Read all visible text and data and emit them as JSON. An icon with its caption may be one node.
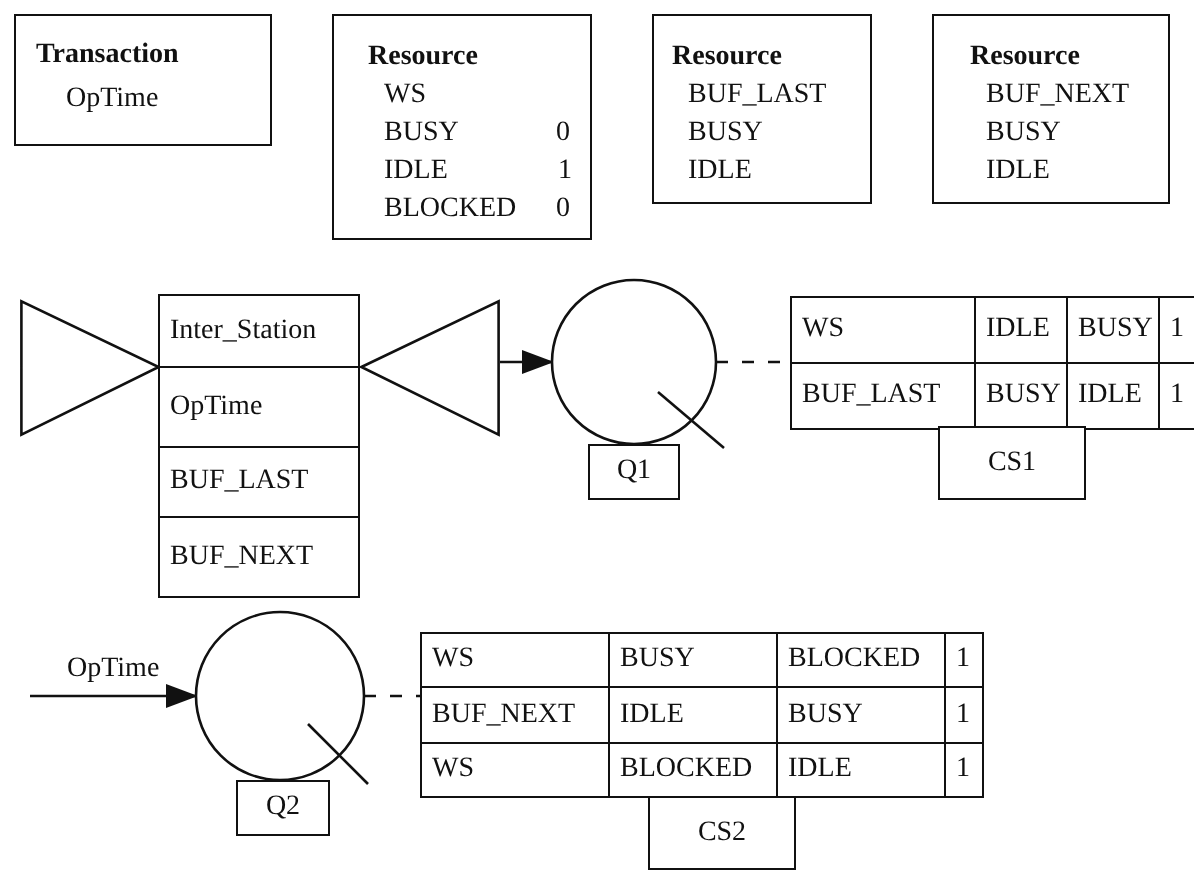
{
  "diagram": {
    "nodes": [
      {
        "text": [
          "Transaction",
          "OpTime"
        ]
      },
      {
        "text": [
          "Resource",
          "WS",
          "BUSY",
          "0",
          "IDLE",
          "1",
          "BLOCKED",
          "0"
        ]
      },
      {
        "text": [
          "Resource",
          "BUF_LAST",
          "BUSY",
          "IDLE"
        ]
      },
      {
        "text": [
          "Resource",
          "BUF_NEXT",
          "BUSY",
          "IDLE"
        ]
      },
      {
        "text": [],
        "shape": "triangle"
      },
      {
        "text": [
          "Inter_Station",
          "OpTime",
          "BUF_LAST",
          "BUF_NEXT"
        ]
      },
      {
        "text": [],
        "shape": "triangle"
      },
      {
        "text": [],
        "shape": "circle"
      },
      {
        "text": [
          "WS",
          "IDLE",
          "BUSY",
          "1",
          "BUF_LAST",
          "BUSY",
          "IDLE",
          "1"
        ]
      },
      {
        "text": [
          "Q1"
        ]
      },
      {
        "text": [
          "CS1"
        ]
      },
      {
        "text": [],
        "shape": "circle"
      },
      {
        "text": [
          "WS",
          "BUSY",
          "BLOCKED",
          "1",
          "BUF_NEXT",
          "IDLE",
          "BUSY",
          "1",
          "WS",
          "BLOCKED",
          "IDLE",
          "1"
        ]
      },
      {
        "text": [
          "Q2"
        ]
      },
      {
        "text": [
          "CS2"
        ]
      }
    ],
    "edges": [
      {
        "from": 6,
        "to": 7,
        "arrow": "to"
      },
      {
        "from": 7,
        "to": 8,
        "arrow": "none",
        "style": "dashed"
      },
      {
        "from": null,
        "to": 11,
        "arrow": "to",
        "label": "OpTime"
      },
      {
        "from": 11,
        "to": 12,
        "arrow": "none",
        "style": "dashed"
      }
    ]
  }
}
